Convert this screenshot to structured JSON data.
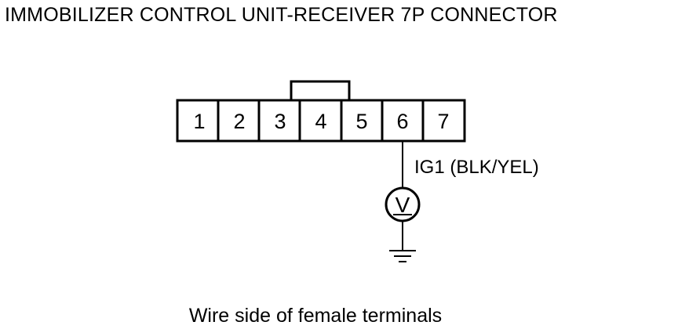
{
  "title": "IMMOBILIZER CONTROL UNIT-RECEIVER 7P CONNECTOR",
  "connector": {
    "pins": [
      "1",
      "2",
      "3",
      "4",
      "5",
      "6",
      "7"
    ]
  },
  "wire_label": "IG1 (BLK/YEL)",
  "meter_symbol": "V",
  "caption": "Wire side of female terminals"
}
